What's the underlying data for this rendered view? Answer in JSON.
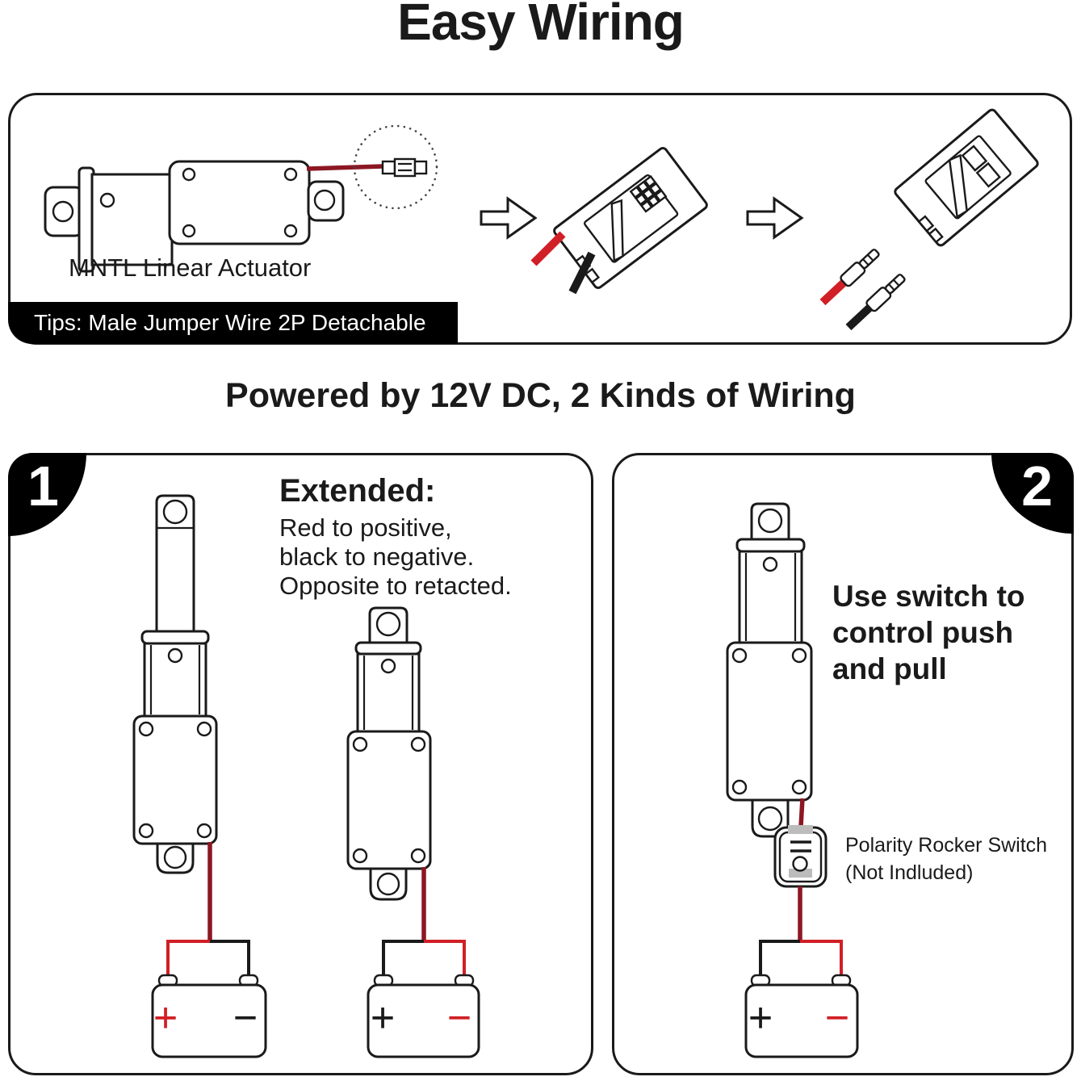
{
  "image_title": "Easy Wiring",
  "colors": {
    "ink": "#1a1a1a",
    "red": "#d01f26",
    "darkred": "#8c1722",
    "gray": "#bcbcbc"
  },
  "top_box": {
    "product_label": "MNTL Linear Actuator",
    "tips_banner": "Tips: Male Jumper Wire 2P Detachable"
  },
  "subtitle": "Powered by 12V DC, 2 Kinds of Wiring",
  "panel_1": {
    "badge": "1",
    "heading": "Extended:",
    "desc_line_1": "Red to positive,",
    "desc_line_2": "black to negative.",
    "desc_line_3": "Opposite to retacted.",
    "battery_left": {
      "plus": "+",
      "minus": "−"
    },
    "battery_right": {
      "plus": "+",
      "minus": "−"
    }
  },
  "panel_2": {
    "badge": "2",
    "note_line_1": "Use switch to",
    "note_line_2": "control push",
    "note_line_3": "and pull",
    "switch_label_line_1": "Polarity Rocker Switch",
    "switch_label_line_2": "(Not Indluded)",
    "battery": {
      "plus": "+",
      "minus": "−"
    }
  }
}
